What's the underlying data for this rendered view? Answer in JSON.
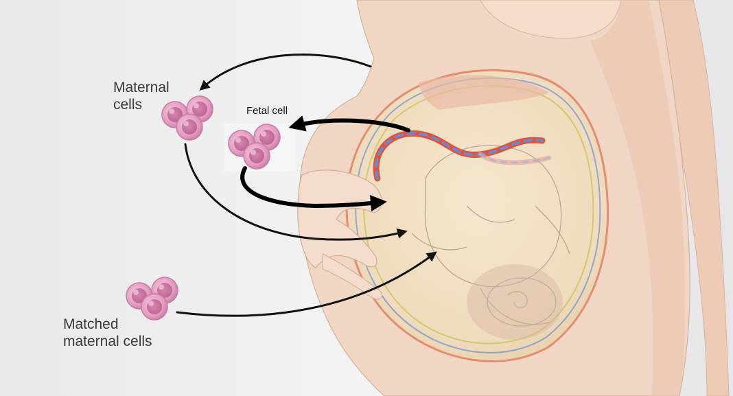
{
  "labels": {
    "maternal_cells": [
      "Maternal",
      "cells"
    ],
    "fetal_cell": "Fetal cell",
    "matched_maternal_cells": [
      "Matched",
      "maternal cells"
    ]
  },
  "colors": {
    "background": "#eeeeef",
    "skin": "#f2d6c4",
    "uterus": "#f3e2c6",
    "cell_fill": "#e8a0c4",
    "cell_nucleus": "#c66a9c",
    "arrow": "#111111",
    "umbilical_red": "#e2412a",
    "umbilical_blue": "#6a8ad0"
  },
  "icons": [
    "cell-cluster-icon",
    "curved-arrow-icon"
  ]
}
